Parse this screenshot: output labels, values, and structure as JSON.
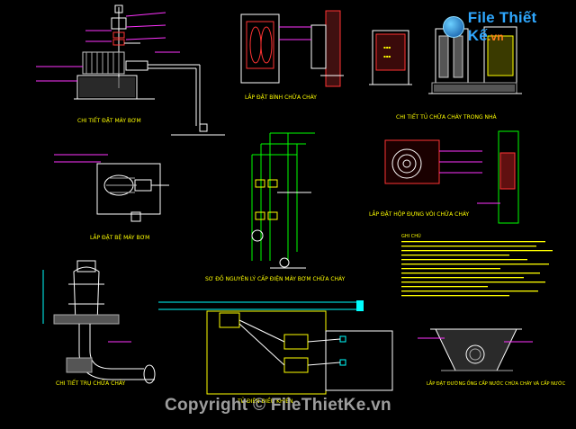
{
  "brand": {
    "logo_main": "File Thiết Kế",
    "logo_suffix": ".vn",
    "watermark": "Copyright © FileThietKe.vn"
  },
  "colors": {
    "background": "#000000",
    "title_text": "#ffff00",
    "dimension": "#00ffff",
    "outline": "#ffffff",
    "red_equipment": "#ff2a2a",
    "magenta_label": "#ff33ff",
    "green_line": "#33ff33",
    "annotation": "#ffff66"
  },
  "sections": {
    "pump_detail": "CHI TIẾT ĐẶT MÁY BƠM",
    "extinguisher_box": "LẮP ĐẶT BÌNH CHỮA CHÁY",
    "fire_cabinet": "CHI TIẾT TỦ CHỮA CHÁY TRONG NHÀ",
    "pump_base": "LẮP ĐẶT BỆ MÁY BƠM",
    "power_diagram": "SƠ ĐỒ NGUYÊN LÝ CẤP ĐIỆN MÁY BƠM CHỮA CHÁY",
    "hose_cabinet": "LẮP ĐẶT HỘP ĐỰNG VÒI CHỮA CHÁY",
    "hydrant": "CHI TIẾT TRỤ CHỮA CHÁY",
    "control_panel": "TỦ ĐIỆN ĐIỀU KHIỂN",
    "pipe_trench": "LẮP ĐẶT ĐƯỜNG ỐNG CẤP NƯỚC CHỮA CHÁY VÀ CẤP NƯỚC"
  },
  "notes": {
    "heading": "GHI CHÚ"
  }
}
